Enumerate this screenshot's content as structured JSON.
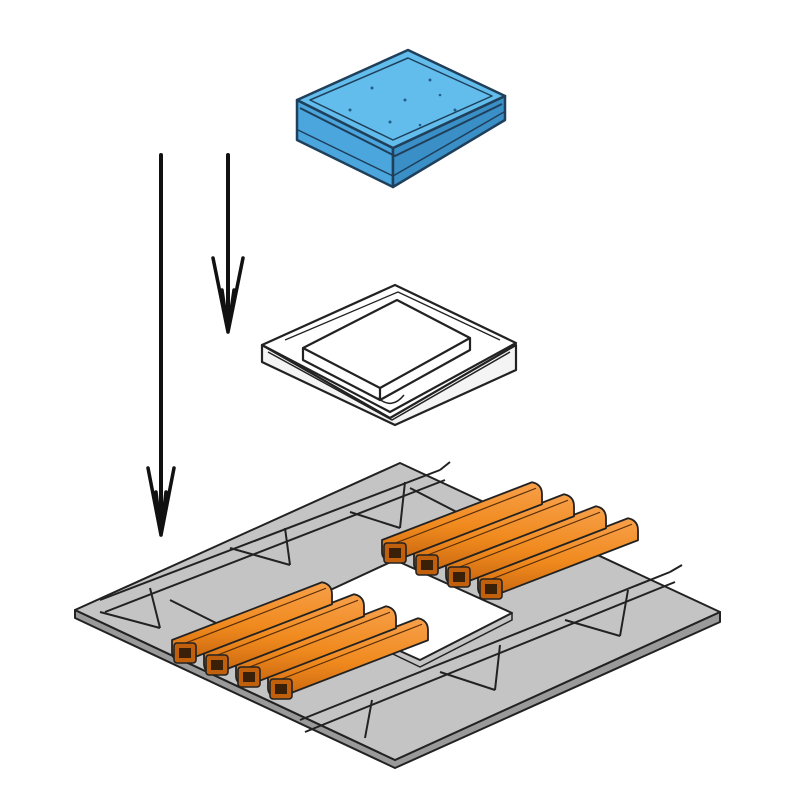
{
  "diagram": {
    "components": [
      {
        "id": "cover-block",
        "color": "#5bb5e8"
      },
      {
        "id": "frame",
        "color": "#ffffff"
      },
      {
        "id": "base-plate",
        "color": "#c4c4c4"
      }
    ],
    "insert_blocks": {
      "count_per_group": 4,
      "groups": 2,
      "color": "#f08a1e",
      "shade": "#c0600c"
    },
    "arrows": [
      {
        "id": "arrow-long",
        "direction": "down"
      },
      {
        "id": "arrow-short",
        "direction": "down"
      }
    ],
    "colors": {
      "outline": "#222222",
      "cover_top": "#5bb5e8",
      "cover_side": "#3f95cc",
      "plate": "#c4c4c4",
      "plate_edge": "#9a9a9a"
    }
  }
}
